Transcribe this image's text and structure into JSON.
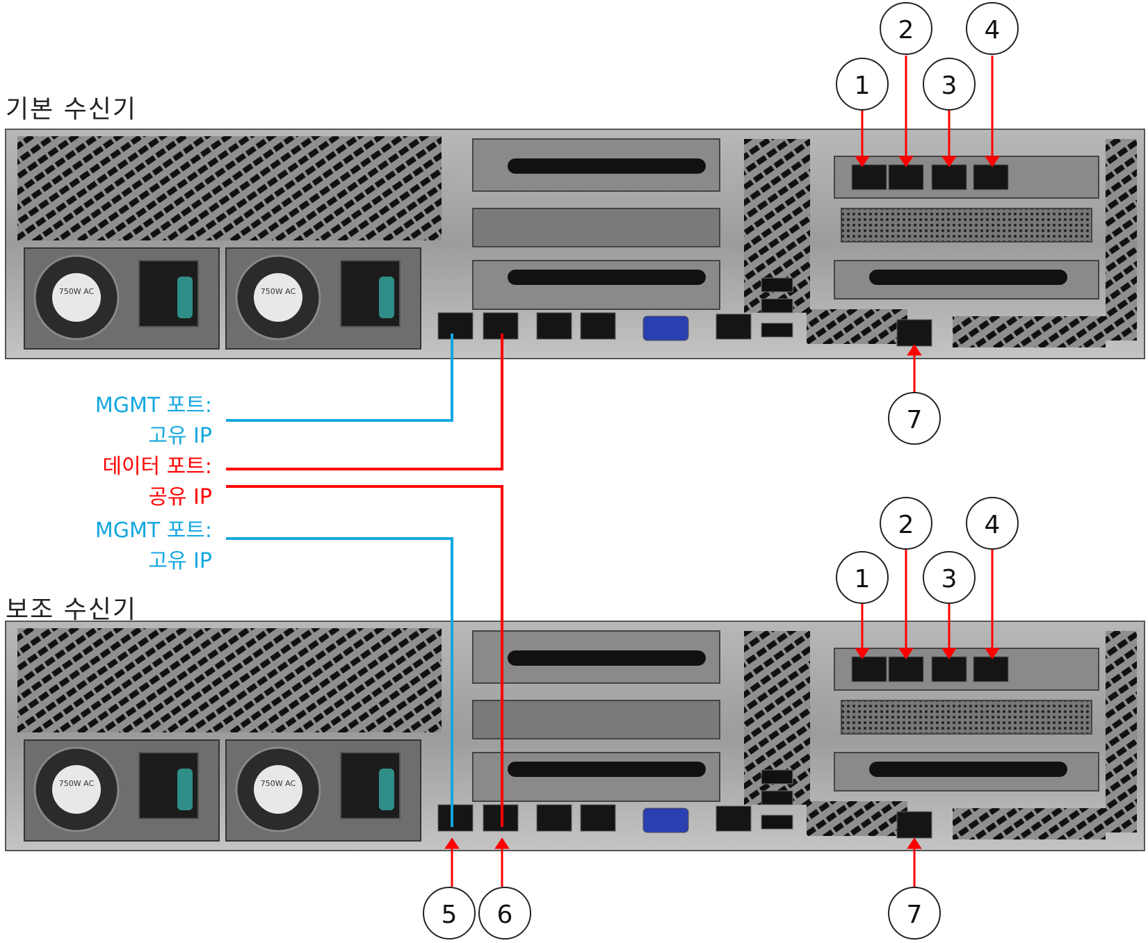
{
  "chassis": {
    "primary_label": "기본 수신기",
    "secondary_label": "보조 수신기",
    "psu_label": "750W AC"
  },
  "legend": {
    "mgmt_top_line1": "MGMT 포트:",
    "mgmt_top_line2": "고유 IP",
    "data_line1": "데이터 포트:",
    "data_line2": "공유 IP",
    "mgmt_bottom_line1": "MGMT 포트:",
    "mgmt_bottom_line2": "고유 IP"
  },
  "callouts": {
    "primary": [
      "1",
      "2",
      "3",
      "4",
      "7"
    ],
    "secondary": [
      "1",
      "2",
      "3",
      "4",
      "5",
      "6",
      "7"
    ]
  },
  "colors": {
    "mgmt": "#13a7e0",
    "data": "#ff0000",
    "chassis": "#9a9a9a"
  }
}
